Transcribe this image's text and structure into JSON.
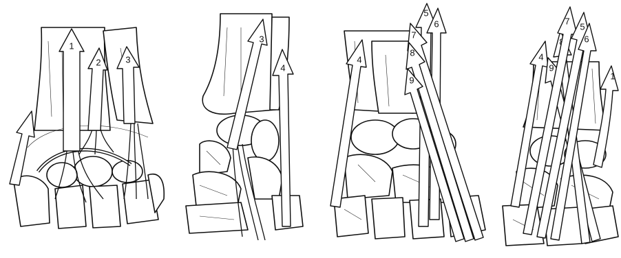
{
  "panels": [
    {
      "name": "panel-1",
      "arrows": [
        {
          "label": "1"
        },
        {
          "label": "2"
        },
        {
          "label": "3"
        },
        {
          "label": ""
        }
      ]
    },
    {
      "name": "panel-2",
      "arrows": [
        {
          "label": "3"
        },
        {
          "label": "4"
        }
      ]
    },
    {
      "name": "panel-3",
      "arrows": [
        {
          "label": "4"
        },
        {
          "label": "5"
        },
        {
          "label": "6"
        },
        {
          "label": "7"
        },
        {
          "label": "8"
        },
        {
          "label": "9"
        }
      ]
    },
    {
      "name": "panel-4",
      "arrows": [
        {
          "label": "4"
        },
        {
          "label": "9"
        },
        {
          "label": "8"
        },
        {
          "label": "7"
        },
        {
          "label": "5"
        },
        {
          "label": "6"
        },
        {
          "label": "1"
        }
      ]
    }
  ],
  "colors": {
    "ink": "#111111",
    "paper": "#ffffff"
  }
}
